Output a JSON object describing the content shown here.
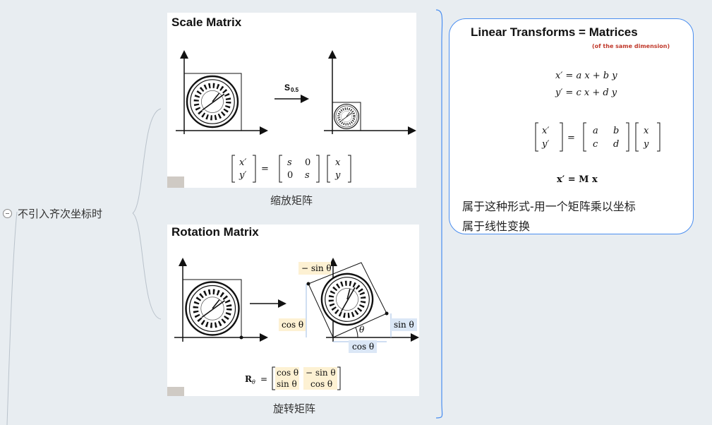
{
  "root": {
    "label": "不引入齐次坐标时"
  },
  "scale_slide": {
    "title": "Scale Matrix",
    "op_label": "S",
    "op_sub": "0.5",
    "eq": {
      "x1": "x′",
      "y1": "y′",
      "eq": "=",
      "a": "s",
      "b": "0",
      "c": "0",
      "d": "s",
      "x": "x",
      "y": "y"
    },
    "caption": "缩放矩阵"
  },
  "rotation_slide": {
    "title": "Rotation Matrix",
    "labels": {
      "neg_sin": "− sin θ",
      "cos_left": "cos θ",
      "sin_right": "sin θ",
      "cos_bottom": "cos θ",
      "theta": "θ"
    },
    "eq": {
      "lhs": "R",
      "sub": "θ",
      "eq": "=",
      "a": "cos θ",
      "b": "− sin θ",
      "c": "sin θ",
      "d": "cos θ"
    },
    "caption": "旋转矩阵"
  },
  "linear_card": {
    "title": "Linear Transforms = Matrices",
    "subtitle": "(of the same dimension)",
    "line1": "x′ = a x + b y",
    "line2": "y′ = c x + d y",
    "matrix": {
      "x1": "x′",
      "y1": "y′",
      "eq": "=",
      "a": "a",
      "b": "b",
      "c": "c",
      "d": "d",
      "x": "x",
      "y": "y"
    },
    "compact": "x′ = M x",
    "note1": "属于这种形式-用一个矩阵乘以坐标",
    "note2": "属于线性变换"
  },
  "colors": {
    "connector": "#b9c2cb",
    "card_border": "#4a8ef0",
    "highlight_yellow": "#fdf1d3",
    "highlight_blue": "#dbe7f6",
    "subtitle_red": "#c0392b"
  }
}
